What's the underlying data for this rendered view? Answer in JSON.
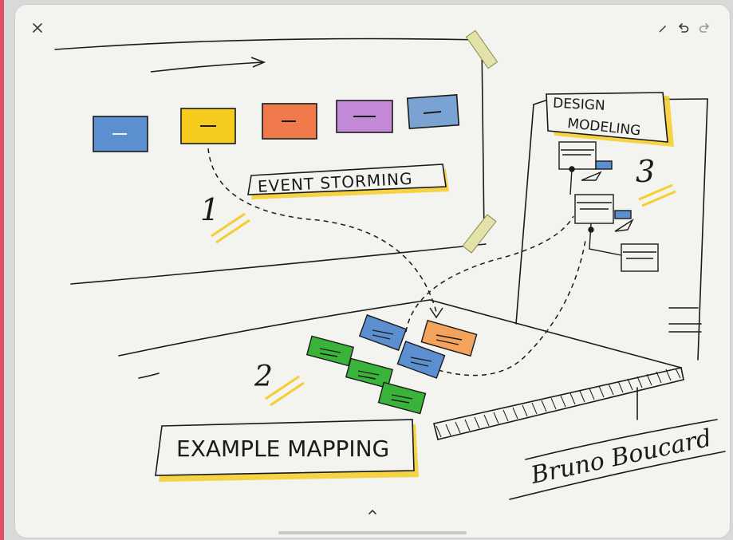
{
  "sketch": {
    "labels": {
      "event_storming": "EVENT STORMING",
      "design_line1": "DESIGN",
      "design_line2": "MODELING",
      "example_mapping": "EXAMPLE MAPPING",
      "step1": "1",
      "step2": "2",
      "step3": "3",
      "signature": "Bruno Boucard"
    },
    "colors": {
      "blue": "#5b8fcf",
      "yellow": "#f5cc1e",
      "orange": "#f07a4b",
      "purple": "#c489d6",
      "green": "#3ab33a",
      "light_orange": "#f4a35c",
      "highlight": "#f5cf32",
      "paper": "#f3f3f0",
      "ink": "#1a1a1a"
    }
  },
  "toolbar": {
    "close_icon": "close-icon",
    "pen_icon": "pen-icon",
    "undo_icon": "undo-icon",
    "redo_icon": "redo-icon",
    "collapse_icon": "chevron-up-icon"
  }
}
